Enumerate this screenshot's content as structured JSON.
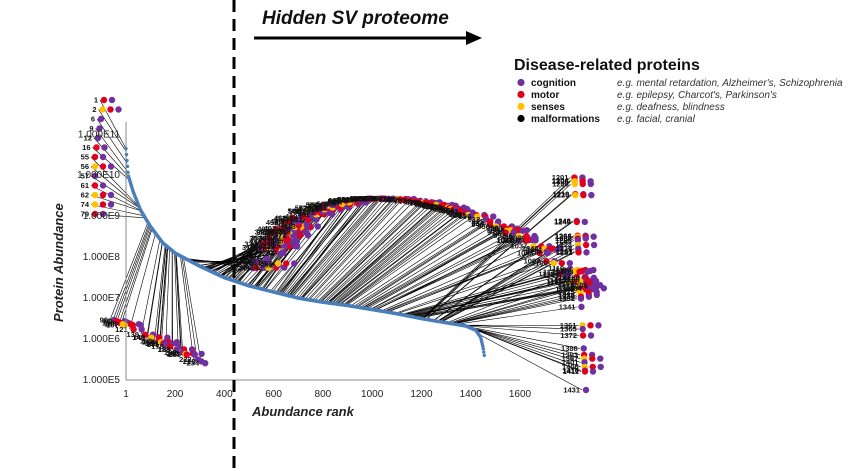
{
  "chart_data": {
    "type": "scatter",
    "headline": "Hidden SV proteome",
    "xlabel": "Abundance rank",
    "ylabel": "Protein Abundance",
    "x_ticks": [
      "1",
      "200",
      "400",
      "600",
      "800",
      "1000",
      "1200",
      "1400",
      "1600"
    ],
    "y_ticks": [
      "1.000E5",
      "1.000E6",
      "1.000E7",
      "1.000E8",
      "1.000E9",
      "1.000E10",
      "1.000E11"
    ],
    "xlim": [
      1,
      1600
    ],
    "ylim_log10": [
      5,
      11.3
    ],
    "y_scale": "log",
    "threshold_rank": 440,
    "legend": {
      "title": "Disease-related proteins",
      "items": [
        {
          "key": "cognition",
          "label": "cognition",
          "color": "#7030a0",
          "example": "e.g. mental retardation, Alzheimer's, Schizophrenia"
        },
        {
          "key": "motor",
          "label": "motor",
          "color": "#e0001b",
          "example": "e.g. epilepsy, Charcot's, Parkinson's"
        },
        {
          "key": "senses",
          "label": "senses",
          "color": "#ffc000",
          "example": "e.g. deafness, blindness"
        },
        {
          "key": "malformations",
          "label": "malformations",
          "color": "#000000",
          "example": "e.g. facial, cranial"
        }
      ]
    },
    "curve_color": "#4a7ebb",
    "curve": [
      [
        1,
        10.65
      ],
      [
        10,
        10.0
      ],
      [
        30,
        9.6
      ],
      [
        60,
        9.15
      ],
      [
        100,
        8.75
      ],
      [
        150,
        8.35
      ],
      [
        200,
        8.1
      ],
      [
        300,
        7.78
      ],
      [
        400,
        7.5
      ],
      [
        500,
        7.3
      ],
      [
        600,
        7.15
      ],
      [
        700,
        7.0
      ],
      [
        800,
        6.9
      ],
      [
        900,
        6.82
      ],
      [
        1000,
        6.72
      ],
      [
        1100,
        6.62
      ],
      [
        1200,
        6.5
      ],
      [
        1300,
        6.4
      ],
      [
        1380,
        6.32
      ],
      [
        1420,
        6.22
      ],
      [
        1440,
        6.05
      ],
      [
        1450,
        5.8
      ],
      [
        1455,
        5.6
      ]
    ],
    "labeled_ranks": [
      1,
      2,
      6,
      9,
      12,
      16,
      55,
      56,
      57,
      61,
      62,
      74,
      79,
      90,
      94,
      97,
      100,
      104,
      107,
      121,
      139,
      148,
      149,
      160,
      163,
      164,
      168,
      169,
      171,
      178,
      188,
      189,
      198,
      202,
      203,
      205,
      222,
      228,
      234,
      240,
      241,
      242,
      252,
      257,
      261,
      262,
      264,
      276,
      294,
      297,
      310,
      313,
      318,
      320,
      323,
      325,
      327,
      329,
      334,
      337,
      344,
      345,
      349,
      356,
      357,
      358,
      365,
      371,
      372,
      381,
      384,
      385,
      386,
      387,
      388,
      389,
      392,
      400,
      403,
      410,
      413,
      418,
      431,
      433,
      439,
      441,
      447,
      451,
      453,
      457,
      460,
      469,
      482,
      493,
      495,
      500,
      506,
      507,
      518,
      519,
      524,
      525,
      527,
      529,
      532,
      533,
      539,
      551,
      556,
      558,
      564,
      566,
      587,
      596,
      609,
      613,
      617,
      621,
      624,
      625,
      630,
      634,
      639,
      646,
      652,
      655,
      661,
      663,
      666,
      671,
      672,
      678,
      690,
      700,
      708,
      711,
      714,
      716,
      727,
      739,
      745,
      757,
      766,
      779,
      784,
      790,
      793,
      802,
      809,
      818,
      820,
      823,
      826,
      833,
      838,
      845,
      850,
      855,
      859,
      867,
      871,
      882,
      887,
      891,
      896,
      912,
      925,
      934,
      940,
      950,
      958,
      961,
      968,
      971,
      979,
      993,
      995,
      1003,
      1011,
      1012,
      1013,
      1014,
      1037,
      1046,
      1051,
      1059,
      1063,
      1093,
      1100,
      1119,
      1124,
      1127,
      1131,
      1138,
      1143,
      1147,
      1150,
      1155,
      1157,
      1161,
      1163,
      1169,
      1174,
      1176,
      1184,
      1187,
      1201,
      1204,
      1205,
      1208,
      1219,
      1220,
      1248,
      1249,
      1264,
      1265,
      1267,
      1269,
      1274,
      1278,
      1281,
      1282,
      1303,
      1313,
      1319,
      1321,
      1325,
      1328,
      1330,
      1332,
      1341,
      1361,
      1365,
      1372,
      1386,
      1393,
      1397,
      1401,
      1406,
      1410,
      1411,
      1431
    ]
  }
}
